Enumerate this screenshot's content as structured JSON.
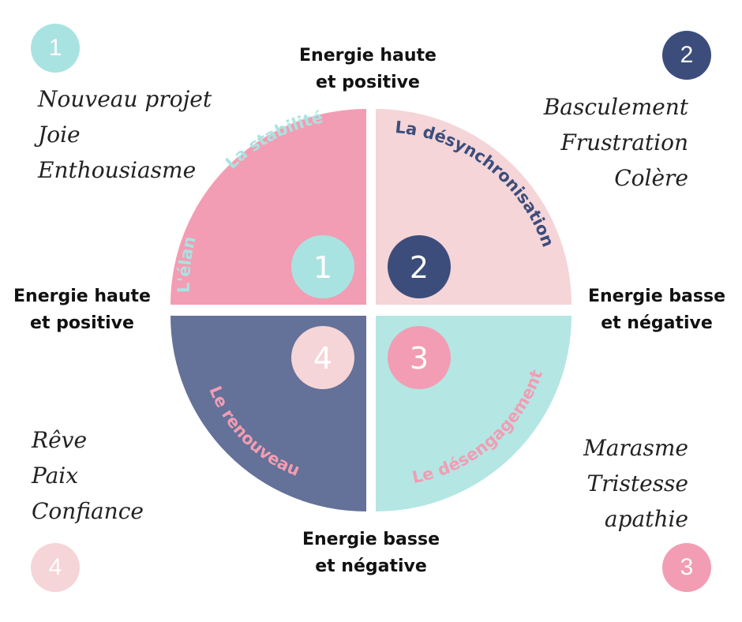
{
  "axes": {
    "top": [
      "Energie haute",
      "et positive"
    ],
    "left": [
      "Energie haute",
      "et positive"
    ],
    "right": [
      "Energie basse",
      "et négative"
    ],
    "bottom": [
      "Energie basse",
      "et négative"
    ]
  },
  "quadrants": [
    {
      "number": "1",
      "titles": [
        "La stabilité",
        "L'élan"
      ],
      "color": "#f29db3",
      "badge_color": "#a9e3e1",
      "title_color": "#a9e3e1"
    },
    {
      "number": "2",
      "titles": [
        "La désynchronisation"
      ],
      "color": "#f5d5d7",
      "badge_color": "#3c4d7c",
      "title_color": "#3c4d7c"
    },
    {
      "number": "3",
      "titles": [
        "Le désengagement"
      ],
      "color": "#b4e6e4",
      "badge_color": "#f29db3",
      "title_color": "#f29db3"
    },
    {
      "number": "4",
      "titles": [
        "Le renouveau"
      ],
      "color": "#647198",
      "badge_color": "#f5d5d7",
      "title_color": "#f29db3"
    }
  ],
  "corners": [
    {
      "number": "1",
      "color": "#a9e3e1",
      "emotions": [
        "Nouveau projet",
        "Joie",
        "Enthousiasme"
      ]
    },
    {
      "number": "2",
      "color": "#3c4d7c",
      "emotions": [
        "Basculement",
        "Frustration",
        "Colère"
      ]
    },
    {
      "number": "3",
      "color": "#f29db3",
      "emotions": [
        "Marasme",
        "Tristesse",
        "apathie"
      ]
    },
    {
      "number": "4",
      "color": "#f5d5d7",
      "emotions": [
        "Rêve",
        "Paix",
        "Confiance"
      ]
    }
  ]
}
